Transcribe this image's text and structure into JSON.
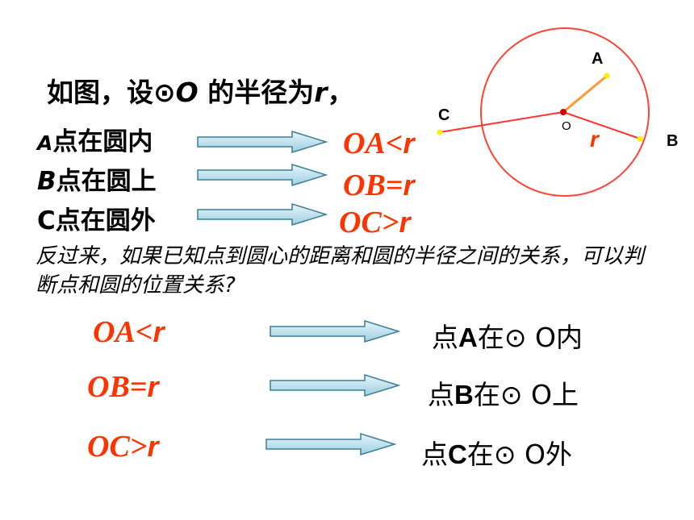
{
  "title": {
    "prefix": "如图，设⊙",
    "circle_name": "O",
    "mid": " 的半径为",
    "radius_var": "r",
    "suffix": "，"
  },
  "conditions": [
    {
      "point": "A",
      "text": "点在圆内",
      "relation_lhs": "OA",
      "relation_op": "<",
      "relation_rhs": "r"
    },
    {
      "point": "B",
      "text": "点在圆上",
      "relation_lhs": "OB",
      "relation_op": "=",
      "relation_rhs": "r"
    },
    {
      "point": "C",
      "text": "点在圆外",
      "relation_lhs": "OC",
      "relation_op": ">",
      "relation_rhs": "r"
    }
  ],
  "converse": "反过来，如果已知点到圆心的距离和圆的半径之间的关系，可以判断点和圆的位置关系?",
  "results": [
    {
      "relation_lhs": "OA",
      "relation_op": "<",
      "relation_rhs": "r",
      "prefix": "点",
      "point": "A",
      "mid": "在⊙ O",
      "suffix": "内"
    },
    {
      "relation_lhs": "OB",
      "relation_op": "=",
      "relation_rhs": "r",
      "prefix": "点",
      "point": "B",
      "mid": "在⊙ O",
      "suffix": "上"
    },
    {
      "relation_lhs": "OC",
      "relation_op": ">",
      "relation_rhs": "r",
      "prefix": "点",
      "point": "C",
      "mid": "在⊙ O",
      "suffix": "外"
    }
  ],
  "diagram": {
    "label_a": "A",
    "label_b": "B",
    "label_c": "C",
    "label_o": "O",
    "label_r": "r"
  },
  "colors": {
    "accent_red": "#ff3300",
    "circle_stroke": "#ff4433",
    "arrow_fill": "#c8e8f4",
    "arrow_stroke": "#3a7f94",
    "point_yellow": "#ffee00",
    "center_red": "#cc0000"
  }
}
